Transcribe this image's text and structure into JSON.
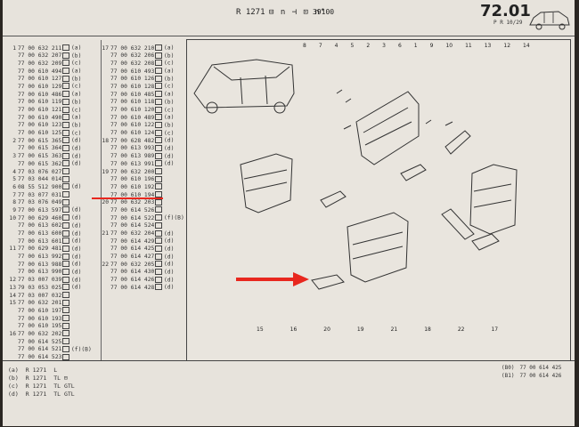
{
  "header": {
    "model": "R 1271",
    "icons_text": "⊟ n  ⊣ ⊡ n°",
    "number": "39100",
    "page": "72.01",
    "sub": "P R  10/29"
  },
  "columns": [
    [
      {
        "n": "1",
        "ref": "77 00 632 211",
        "code": "(a)"
      },
      {
        "n": "",
        "ref": "77 00 632 207",
        "code": "(b)"
      },
      {
        "n": "",
        "ref": "77 00 632 209",
        "code": "(c)"
      },
      {
        "n": "",
        "ref": "77 00 610 494",
        "code": "(a)"
      },
      {
        "n": "",
        "ref": "77 00 610 127",
        "code": "(b)"
      },
      {
        "n": "",
        "ref": "77 00 610 129",
        "code": "(c)"
      },
      {
        "n": "",
        "ref": "77 00 610 486",
        "code": "(a)"
      },
      {
        "n": "",
        "ref": "77 00 610 119",
        "code": "(b)"
      },
      {
        "n": "",
        "ref": "77 00 610 121",
        "code": "(c)"
      },
      {
        "n": "",
        "ref": "77 00 610 490",
        "code": "(a)"
      },
      {
        "n": "",
        "ref": "77 00 610 123",
        "code": "(b)"
      },
      {
        "n": "",
        "ref": "77 00 610 125",
        "code": "(c)"
      },
      {
        "n": "2",
        "ref": "77 00 615 365",
        "code": "(d)"
      },
      {
        "n": "",
        "ref": "77 00 615 364",
        "code": "(d)"
      },
      {
        "n": "3",
        "ref": "77 00 615 363",
        "code": "(d)"
      },
      {
        "n": "",
        "ref": "77 00 615 362",
        "code": "(d)"
      },
      {
        "n": "4",
        "ref": "77 03 076 027",
        "code": ""
      },
      {
        "n": "5",
        "ref": "77 03 044 014",
        "code": ""
      },
      {
        "n": "6",
        "ref": "08 55 512 900",
        "code": "(d)"
      },
      {
        "n": "7",
        "ref": "77 03 077 031",
        "code": ""
      },
      {
        "n": "8",
        "ref": "77 03 076 049",
        "code": ""
      },
      {
        "n": "9",
        "ref": "77 00 613 597",
        "code": "(d)"
      },
      {
        "n": "10",
        "ref": "77 00 629 460",
        "code": "(d)"
      },
      {
        "n": "",
        "ref": "77 00 613 602",
        "code": "(d)"
      },
      {
        "n": "",
        "ref": "77 00 613 600",
        "code": "(d)"
      },
      {
        "n": "",
        "ref": "77 00 613 601",
        "code": "(d)"
      },
      {
        "n": "11",
        "ref": "77 00 629 481",
        "code": "(d)"
      },
      {
        "n": "",
        "ref": "77 00 613 992",
        "code": "(d)"
      },
      {
        "n": "",
        "ref": "77 00 613 988",
        "code": "(d)"
      },
      {
        "n": "",
        "ref": "77 00 613 990",
        "code": "(d)"
      },
      {
        "n": "12",
        "ref": "77 03 007 039",
        "code": "(d)"
      },
      {
        "n": "13",
        "ref": "79 03 053 025",
        "code": "(d)"
      },
      {
        "n": "14",
        "ref": "77 03 007 032",
        "code": ""
      },
      {
        "n": "15",
        "ref": "77 00 632 201",
        "code": ""
      },
      {
        "n": "",
        "ref": "77 00 610 197",
        "code": ""
      },
      {
        "n": "",
        "ref": "77 00 610 193",
        "code": ""
      },
      {
        "n": "",
        "ref": "77 00 610 195",
        "code": ""
      },
      {
        "n": "16",
        "ref": "77 00 632 202",
        "code": ""
      },
      {
        "n": "",
        "ref": "77 00 614 525",
        "code": ""
      },
      {
        "n": "",
        "ref": "77 00 614 521",
        "code": "(f)(B)"
      },
      {
        "n": "",
        "ref": "77 00 614 523",
        "code": ""
      }
    ],
    [
      {
        "n": "17",
        "ref": "77 00 632 210",
        "code": "(a)"
      },
      {
        "n": "",
        "ref": "77 00 632 206",
        "code": "(b)"
      },
      {
        "n": "",
        "ref": "77 00 632 208",
        "code": "(c)"
      },
      {
        "n": "",
        "ref": "77 00 610 493",
        "code": "(a)"
      },
      {
        "n": "",
        "ref": "77 00 610 126",
        "code": "(b)"
      },
      {
        "n": "",
        "ref": "77 00 610 128",
        "code": "(c)"
      },
      {
        "n": "",
        "ref": "77 00 610 485",
        "code": "(a)"
      },
      {
        "n": "",
        "ref": "77 00 610 118",
        "code": "(b)"
      },
      {
        "n": "",
        "ref": "77 00 610 120",
        "code": "(c)"
      },
      {
        "n": "",
        "ref": "77 00 610 489",
        "code": "(a)"
      },
      {
        "n": "",
        "ref": "77 00 610 122",
        "code": "(b)"
      },
      {
        "n": "",
        "ref": "77 00 610 124",
        "code": "(c)"
      },
      {
        "n": "18",
        "ref": "77 00 628 482",
        "code": "(d)"
      },
      {
        "n": "",
        "ref": "77 00 613 993",
        "code": "(d)"
      },
      {
        "n": "",
        "ref": "77 00 613 989",
        "code": "(d)"
      },
      {
        "n": "",
        "ref": "77 00 613 991",
        "code": "(d)"
      },
      {
        "n": "19",
        "ref": "77 00 632 200",
        "code": ""
      },
      {
        "n": "",
        "ref": "77 00 610 196",
        "code": ""
      },
      {
        "n": "",
        "ref": "77 00 610 192",
        "code": ""
      },
      {
        "n": "",
        "ref": "77 00 610 194",
        "code": ""
      },
      {
        "n": "20",
        "ref": "77 00 632 203",
        "code": ""
      },
      {
        "n": "",
        "ref": "77 00 614 526",
        "code": ""
      },
      {
        "n": "",
        "ref": "77 00 614 522",
        "code": "(f)(B)"
      },
      {
        "n": "",
        "ref": "77 00 614 524",
        "code": ""
      },
      {
        "n": "21",
        "ref": "77 00 632 204",
        "code": "(d)"
      },
      {
        "n": "",
        "ref": "77 00 614 429",
        "code": "(d)"
      },
      {
        "n": "",
        "ref": "77 00 614 425",
        "code": "(d)"
      },
      {
        "n": "",
        "ref": "77 00 614 427",
        "code": "(d)"
      },
      {
        "n": "22",
        "ref": "77 00 632 205",
        "code": "(d)"
      },
      {
        "n": "",
        "ref": "77 00 614 430",
        "code": "(d)"
      },
      {
        "n": "",
        "ref": "77 00 614 426",
        "code": "(d)"
      },
      {
        "n": "",
        "ref": "77 00 614 428",
        "code": "(d)"
      }
    ]
  ],
  "callouts_top": [
    "8",
    "7",
    "4",
    "5",
    "2",
    "3",
    "6",
    "1",
    "9",
    "10",
    "11",
    "13",
    "12",
    "14"
  ],
  "callouts_bottom": [
    "15",
    "16",
    "20",
    "19",
    "21",
    "18",
    "22",
    "17"
  ],
  "legend": [
    {
      "key": "(a)",
      "model": "R 1271",
      "tags": "L"
    },
    {
      "key": "(b)",
      "model": "R 1271",
      "tags": "TL  ⊟"
    },
    {
      "key": "(c)",
      "model": "R 1271",
      "tags": "TL  GTL"
    },
    {
      "key": "(d)",
      "model": "R 1271",
      "tags": "TL  GTL"
    }
  ],
  "right_legend": [
    {
      "key": "(B0)",
      "ref": "77 00 614 425"
    },
    {
      "key": "(B1)",
      "ref": "77 00 614 426"
    }
  ],
  "colors": {
    "paper": "#e7e3dc",
    "ink": "#333333",
    "highlight": "#e8271e"
  }
}
